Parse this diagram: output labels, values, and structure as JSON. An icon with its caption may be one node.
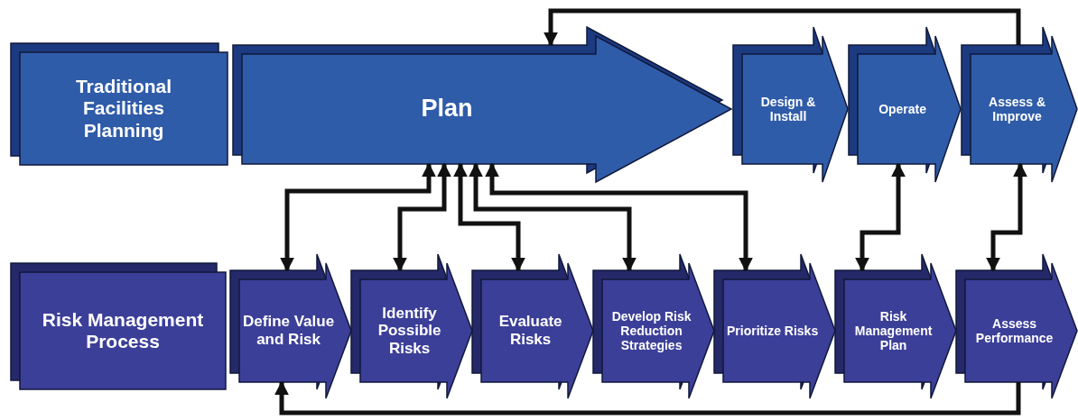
{
  "diagram": {
    "nodes": [
      {
        "text": [
          "Traditional Facilities Planning"
        ]
      },
      {
        "text": [
          "Plan"
        ]
      },
      {
        "text": [
          "Design & Install"
        ]
      },
      {
        "text": [
          "Operate"
        ]
      },
      {
        "text": [
          "Assess & Improve"
        ]
      },
      {
        "text": [
          "Risk Management Process"
        ]
      },
      {
        "text": [
          "Define Value and Risk"
        ]
      },
      {
        "text": [
          "Identify Possible Risks"
        ]
      },
      {
        "text": [
          "Evaluate Risks"
        ]
      },
      {
        "text": [
          "Develop Risk Reduction Strategies"
        ]
      },
      {
        "text": [
          "Prioritize Risks"
        ]
      },
      {
        "text": [
          "Risk Management Plan"
        ]
      },
      {
        "text": [
          "Assess Performance"
        ]
      }
    ],
    "edges": [
      {
        "from": 4,
        "to": 1,
        "arrow": "to"
      },
      {
        "from": 6,
        "to": 1,
        "arrow": "both"
      },
      {
        "from": 7,
        "to": 1,
        "arrow": "both"
      },
      {
        "from": 8,
        "to": 1,
        "arrow": "both"
      },
      {
        "from": 9,
        "to": 1,
        "arrow": "both"
      },
      {
        "from": 10,
        "to": 1,
        "arrow": "both"
      },
      {
        "from": 11,
        "to": 3,
        "arrow": "both"
      },
      {
        "from": 12,
        "to": 4,
        "arrow": "both"
      },
      {
        "from": 12,
        "to": 6,
        "arrow": "to"
      }
    ]
  }
}
